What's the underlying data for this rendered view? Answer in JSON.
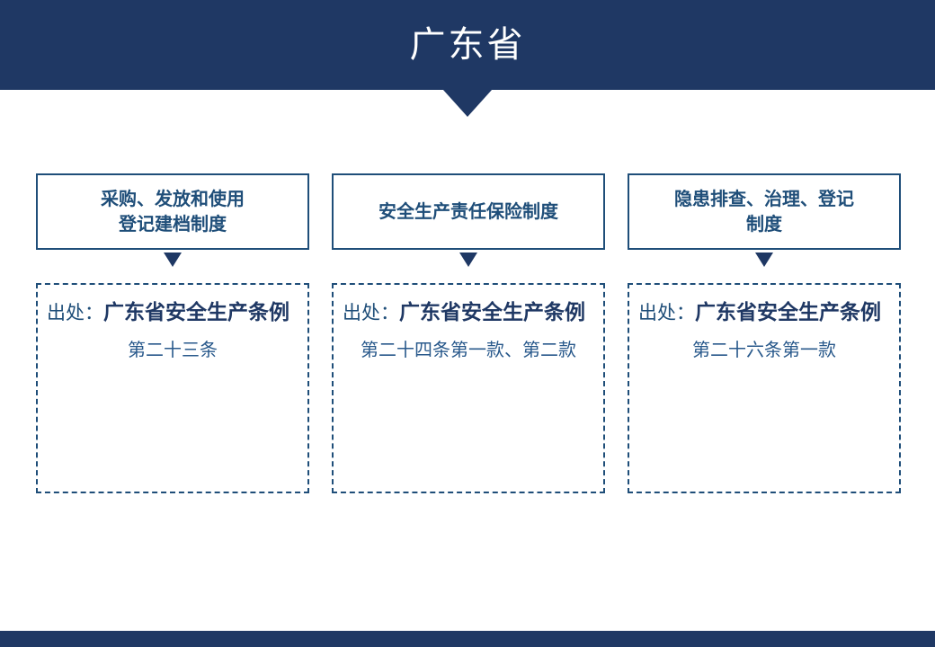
{
  "header": {
    "title": "广东省"
  },
  "columns": [
    {
      "title": "采购、发放和使用\n登记建档制度",
      "source_label": "出处：",
      "source_name": "广东省安全生产条例",
      "source_detail": "第二十三条"
    },
    {
      "title": "安全生产责任保险制度",
      "source_label": "出处：",
      "source_name": "广东省安全生产条例",
      "source_detail": "第二十四条第一款、第二款"
    },
    {
      "title": "隐患排查、治理、登记\n制度",
      "source_label": "出处：",
      "source_name": "广东省安全生产条例",
      "source_detail": "第二十六条第一款"
    }
  ],
  "colors": {
    "primary_navy": "#1F3864",
    "box_border": "#1F4E79",
    "box_title_text": "#1F4E79",
    "source_name_text": "#1F3864",
    "detail_text": "#2A5A8C",
    "header_title_text": "#FFFFFF",
    "background": "#FFFFFF"
  }
}
